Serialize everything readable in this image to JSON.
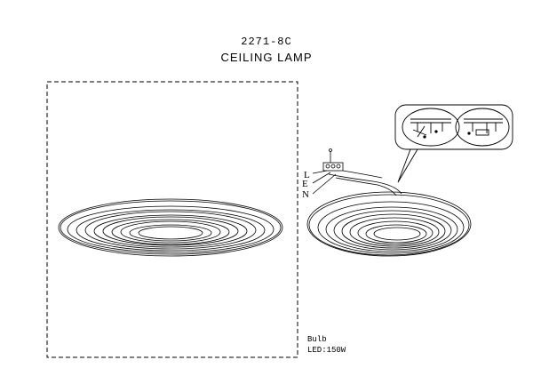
{
  "title": {
    "model_number": "2271-8C",
    "product_name": "CEILING LAMP"
  },
  "wiring": {
    "labels": [
      "L",
      "E",
      "N"
    ]
  },
  "spec": {
    "heading": "Bulb",
    "value": "LED:150W"
  },
  "colors": {
    "line": "#000000",
    "background": "#ffffff"
  },
  "icons": {
    "left_view": "lamp-top-view",
    "right_view": "lamp-side-view",
    "callout": "mounting-detail-callout"
  }
}
